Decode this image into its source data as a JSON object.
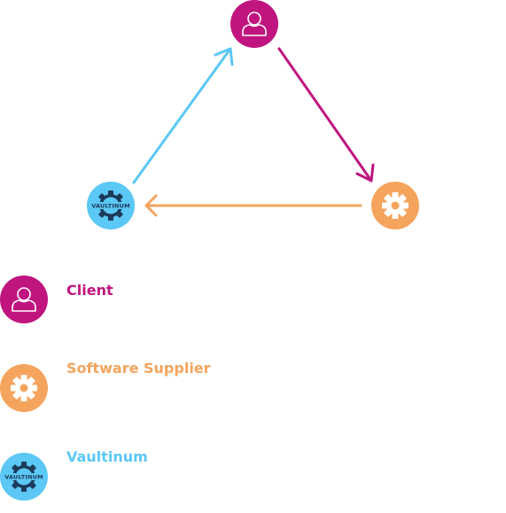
{
  "colors": {
    "client": "#c0157f",
    "supplier": "#f5a45d",
    "vaultinum": "#5bc8f5"
  },
  "nodes": {
    "client": {
      "icon": "user-icon"
    },
    "supplier": {
      "icon": "gear-icon"
    },
    "vaultinum": {
      "icon": "vaultinum-logo-icon",
      "logo_text": "VAULTINUM"
    }
  },
  "edges": [
    {
      "from": "vaultinum",
      "to": "client",
      "color": "#5bc8f5"
    },
    {
      "from": "client",
      "to": "supplier",
      "color": "#c0157f"
    },
    {
      "from": "supplier",
      "to": "vaultinum",
      "color": "#f5a45d"
    }
  ],
  "legend": {
    "client": "Client",
    "supplier": "Software Supplier",
    "vaultinum": "Vaultinum"
  }
}
